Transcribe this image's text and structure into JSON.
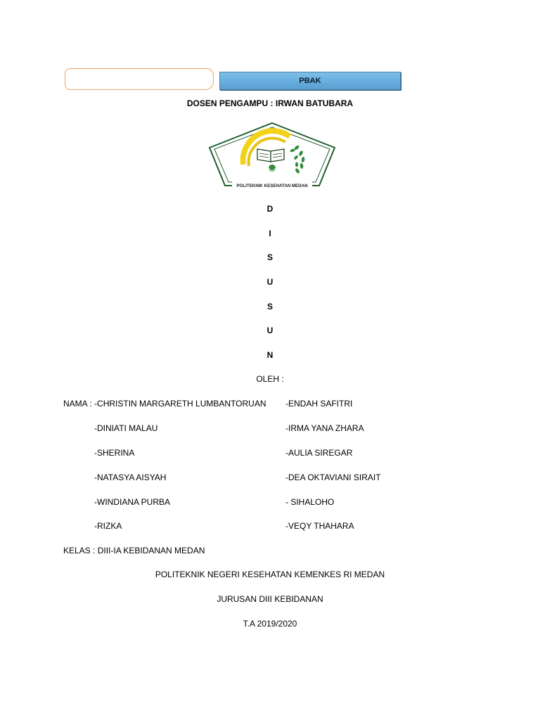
{
  "header": {
    "badge_label": "PBAK",
    "lecturer": "DOSEN PENGAMPU : IRWAN BATUBARA"
  },
  "logo": {
    "name": "POLITEKNIK KESEHATAN MEDAN",
    "colors": {
      "border": "#1f5e2e",
      "yellow": "#f3d21a",
      "green": "#2f8a3a"
    }
  },
  "disusun_letters": [
    "D",
    "I",
    "S",
    "U",
    "S",
    "U",
    "N"
  ],
  "oleh": "OLEH :",
  "members": {
    "prefix": "NAMA :",
    "left": [
      "-CHRISTIN MARGARETH LUMBANTORUAN",
      "-DINIATI MALAU",
      "-SHERINA",
      "-NATASYA AISYAH",
      "-WINDIANA PURBA",
      "-RIZKA"
    ],
    "right": [
      "-ENDAH SAFITRI",
      "-IRMA YANA ZHARA",
      "-AULIA SIREGAR",
      "-DEA OKTAVIANI SIRAIT",
      "- SIHALOHO",
      "-VEQY THAHARA"
    ]
  },
  "kelas": "KELAS : DIII-IA KEBIDANAN MEDAN",
  "footer": {
    "institution": "POLITEKNIK NEGERI KESEHATAN KEMENKES RI MEDAN",
    "department": "JURUSAN DIII KEBIDANAN",
    "year": "T.A 2019/2020"
  }
}
